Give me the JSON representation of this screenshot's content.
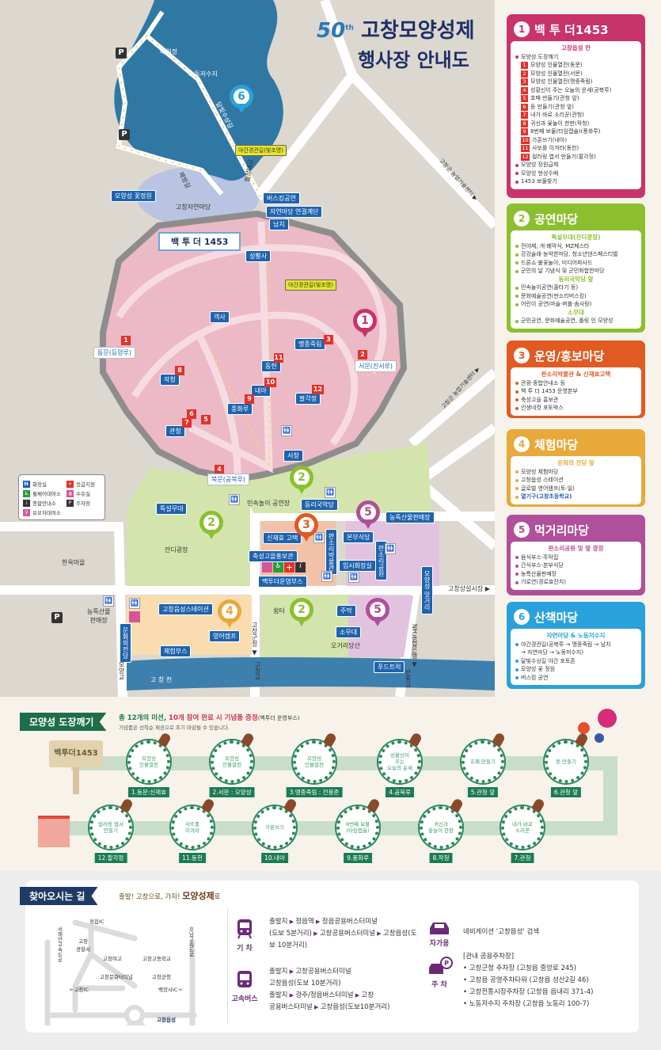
{
  "title": {
    "edition": "50",
    "edition_suffix": "th",
    "line1": "고창모양성제",
    "line2": "행사장 안내도"
  },
  "map": {
    "labels": {
      "maewoljeong": "매월정",
      "reservoir": "노동저수지",
      "dalbit": "달빛수상길",
      "night_path_1": "야간경관길(빛조명)",
      "night_path_2": "야간경관길(빛조명)",
      "jebang": "제방길",
      "woljeong": "월정대교",
      "flower_garden": "모양성 꽃정원",
      "nature_yard": "고창자연마당",
      "busking": "버스킹공연",
      "stairs": "자연마당 연결계단",
      "namchi": "남치",
      "banner": "백 투 더 1453",
      "seonghwangsa": "성황사",
      "gaeksa": "객사",
      "maengjong": "맹종죽림",
      "dongmun": "동문(등양루)",
      "seomun": "서문(진서루)",
      "dongheon": "동헌",
      "jakcheong": "작청",
      "naea": "내아",
      "palgakjeong": "팔각정",
      "punghwaru": "풍화루",
      "gwancheong": "관청",
      "seocheong": "서청",
      "bukmun": "북문(공북루)",
      "teukseol": "특설무대",
      "minsok": "민속놀이 공연장",
      "dongri": "동리국악당",
      "jandi": "잔디광장",
      "hanok": "한옥마을",
      "nongteuk_left": "농특산물\n판매장",
      "sinjaehyo": "신재효 고택",
      "pansori_museum": "판소리박물관",
      "chukseong": "축성고을홍보관",
      "backto_booth": "백투더운영부스",
      "bonbu": "본부식당",
      "temp_toilet": "임시화장실",
      "pansori_park": "판소리공원",
      "nongteuk_right": "농특산물판매장",
      "food_street": "모양성 맛거리",
      "market": "고창상설시장 ▶",
      "station": "고창읍성스테이션",
      "english": "영어캠프",
      "experience": "체험부스",
      "culture_hall": "문화의전당",
      "county_office": "고창군청 ▼",
      "shelter": "쉼터",
      "jumak": "주막",
      "somudae": "소무대",
      "ogeori": "오거리당산",
      "foodtruck": "푸드트럭",
      "nh_bank": "NH농협은행 ▼",
      "moyanggyo": "모양교",
      "gochanggyo": "고창교",
      "banryonggyo": "반룡교",
      "river": "고 창 천",
      "agri_center_1": "고창군 농업기술센터 ▶",
      "agri_center_2": "고창군 농업기술센터 ▶",
      "parking": "P"
    },
    "mission_numbers": [
      "1",
      "2",
      "3",
      "4",
      "5",
      "6",
      "7",
      "8",
      "9",
      "10",
      "11",
      "12"
    ]
  },
  "legend": [
    {
      "icon": "restroom-icon",
      "label": "화장실",
      "color": "#1f63ad",
      "glyph": "🚻"
    },
    {
      "icon": "first-aid-icon",
      "label": "응급지원",
      "color": "#e2322a",
      "glyph": "+"
    },
    {
      "icon": "wheelchair-icon",
      "label": "휠체어대여소",
      "color": "#2a9a3a",
      "glyph": "♿"
    },
    {
      "icon": "nursing-room-icon",
      "label": "수유실",
      "color": "#d6559a",
      "glyph": "◍"
    },
    {
      "icon": "info-icon",
      "label": "종합안내소",
      "color": "#333333",
      "glyph": "i"
    },
    {
      "icon": "parking-icon",
      "label": "주차장",
      "color": "#333333",
      "glyph": "P"
    },
    {
      "icon": "stroller-icon",
      "label": "유모차대여소",
      "color": "#d6559a",
      "glyph": "⚲"
    }
  ],
  "sections": [
    {
      "num": "1",
      "title": "백 투 더1453",
      "color": "#c8336a",
      "groups": [
        {
          "subtitle": "고창읍성 안",
          "items": [
            {
              "text": "모양성 도장깨기"
            },
            {
              "badge": "1",
              "text": "모양성 인물열전(동문)"
            },
            {
              "badge": "2",
              "text": "모양성 인물열전(서문)"
            },
            {
              "badge": "3",
              "text": "모양성 인물열전(맹종죽림)"
            },
            {
              "badge": "4",
              "text": "성황신이 주는 오늘의 운세(공북루)"
            },
            {
              "badge": "5",
              "text": "호패 만들기(관청 앞)"
            },
            {
              "badge": "6",
              "text": "등 만들기(관청 앞)"
            },
            {
              "badge": "7",
              "text": "내가 바로 소리꾼(관청)"
            },
            {
              "badge": "8",
              "text": "귀신과 윷놀이 한판(작청)"
            },
            {
              "badge": "9",
              "text": "8번째 보물(타임캡슐)(풍화루)"
            },
            {
              "badge": "10",
              "text": "가훈쓰기(내아)"
            },
            {
              "badge": "11",
              "text": "사또를 이겨라(동헌)"
            },
            {
              "badge": "12",
              "text": "컬러링 엽서 만들기(팔각정)"
            },
            {
              "text": "모양성 장원급제"
            },
            {
              "text": "모양성 현상수배"
            },
            {
              "text": "1453 보물찾기"
            }
          ]
        }
      ]
    },
    {
      "num": "2",
      "title": "공연마당",
      "color": "#8cbf2f",
      "groups": [
        {
          "subtitle": "특설무대(잔디광장)",
          "items": [
            {
              "text": "전야제, 개·폐막식, MZ페스타"
            },
            {
              "text": "강강술래·농악한마당, 청소년댄스페스티벌"
            },
            {
              "text": "드론쇼·불꽃놀이, 미디어파사드"
            },
            {
              "text": "군민의 날 기념식 및 군민화합한마당"
            }
          ]
        },
        {
          "subtitle": "동리국악당 앞",
          "items": [
            {
              "text": "민속놀이공연(줄타기 등)"
            },
            {
              "text": "문화예술공연(판소리버스킹)"
            },
            {
              "text": "어린이 공연(마술·버블·솜사탕)"
            }
          ]
        },
        {
          "subtitle": "소무대",
          "items": [
            {
              "text": "군민공연, 문화예술공연, 폴링 인 모양성"
            }
          ]
        }
      ]
    },
    {
      "num": "3",
      "title": "운영/홍보마당",
      "color": "#e05a22",
      "groups": [
        {
          "subtitle": "판소리박물관 & 신재효고택",
          "items": [
            {
              "text": "관광·종합안내소 등"
            },
            {
              "text": "백 투 더 1453 운영본부"
            },
            {
              "text": "축성고을 홍보관"
            },
            {
              "text": "인생네컷 포토박스"
            }
          ]
        }
      ]
    },
    {
      "num": "4",
      "title": "체험마당",
      "color": "#e8a93a",
      "groups": [
        {
          "subtitle": "문화의 전당 앞",
          "items": [
            {
              "text": "모양성 체험마당"
            },
            {
              "text": "고창읍성 스테이션"
            },
            {
              "text": "글로벌 영어캠프(토·일)"
            },
            {
              "text": "열기구(고창초등학교)",
              "highlight": "#1f63ad"
            }
          ]
        }
      ]
    },
    {
      "num": "5",
      "title": "먹거리마당",
      "color": "#b04f9b",
      "groups": [
        {
          "subtitle": "판소리공원 및 옆 광장",
          "items": [
            {
              "text": "음식부스·주막집"
            },
            {
              "text": "간식부스·본부식당"
            },
            {
              "text": "농특산물판매장"
            },
            {
              "text": "기로연(경로효잔치)"
            }
          ]
        }
      ]
    },
    {
      "num": "6",
      "title": "산책마당",
      "color": "#2aa1db",
      "groups": [
        {
          "subtitle": "자연마당 & 노동저수지",
          "items": [
            {
              "text": "야간경관길(공북루 → 맹종죽림 → 남치\n→ 자연마당 → 노동저수지)"
            },
            {
              "text": "달빛수상길 야간 포토존"
            },
            {
              "text": "모양성 꽃 정원"
            },
            {
              "text": "버스킹 공연"
            }
          ]
        }
      ]
    }
  ],
  "mission": {
    "header": "모양성 도장깨기",
    "desc_part1": "총 12개의 미션,",
    "desc_part2": " 10개 참여 완료 시 기념품 증정",
    "desc_part3": "(백투더 운영부스)",
    "note": "기념품은 선착순 제공으로 조기 마감될 수 있습니다.",
    "sign": "백투더1453",
    "stamps": [
      {
        "text": "모양성\n인물열전",
        "label": "1.동문:신재효"
      },
      {
        "text": "모양성\n인물열전",
        "label": "2.서문 : 모양성"
      },
      {
        "text": "모양성\n인물열전",
        "label": "3.맹종죽림 : 전봉준"
      },
      {
        "text": "성황신이\n주는\n오늘의 운세",
        "label": "4.공북루"
      },
      {
        "text": "호패 만들기",
        "label": "5.관청 앞"
      },
      {
        "text": "등 만들기",
        "label": "6.관청 앞"
      },
      {
        "text": "내가 바로\n소리꾼",
        "label": "7.관청"
      },
      {
        "text": "귀신과\n윷놀이 한판",
        "label": "8.작청"
      },
      {
        "text": "8번째 보물\n(타임캡슐)",
        "label": "9.풍화루"
      },
      {
        "text": "가훈쓰기",
        "label": "10.내아"
      },
      {
        "text": "사또를\n이겨라",
        "label": "11.동헌"
      },
      {
        "text": "컬러링 엽서\n만들기",
        "label": "12.팔각정"
      }
    ]
  },
  "directions": {
    "header": "찾아오시는 길",
    "tagline": "출발! 고창으로, 가자! ",
    "tagline_bold": "모양성제",
    "tagline_end": "로",
    "minimap": {
      "jeongeup_ic": "정읍IC",
      "west_coast_hwy": "서해안고속도로",
      "honam_hwy": "호남고속도로",
      "police": "고창\n경찰서",
      "girls_high": "고창여고",
      "high_school": "고창고등학교",
      "terminal": "고창문화터미널",
      "county_office": "고창군청",
      "gochang_ic": "←고창IC",
      "baegyangsa_ic": "백양사IC→",
      "fortress": "고창읍성"
    },
    "train": {
      "label": "기 차",
      "route": [
        "출발지",
        "정읍역",
        "정읍공용버스터미널\n(도보 5분거리)",
        "고창공용버스터미널",
        "고창읍성(도보 10분거리)"
      ]
    },
    "bus": {
      "label": "고속버스",
      "route1": [
        "출발지",
        "고창공용버스터미널\n고창읍성(도보 10분거리)"
      ],
      "route2": [
        "출발지",
        "광주/정읍버스터미널",
        "고창\n공용버스터미널",
        "고창읍성(도보10분거리)"
      ]
    },
    "car": {
      "label": "자가용",
      "text": "네비게이션 '고창읍성' 검색"
    },
    "parking": {
      "label": "주 차",
      "title": "[관내 공용주차장]",
      "items": [
        "• 고창군청 주차장 (고창읍 중앙로 245)",
        "• 고창읍 공영주차타워 (고창읍 성산2길 46)",
        "• 고창전통시장주차장 (고창읍 읍내리 371-4)",
        "• 노동저수지 주차장 (고창읍 노동리 100-7)"
      ]
    }
  }
}
